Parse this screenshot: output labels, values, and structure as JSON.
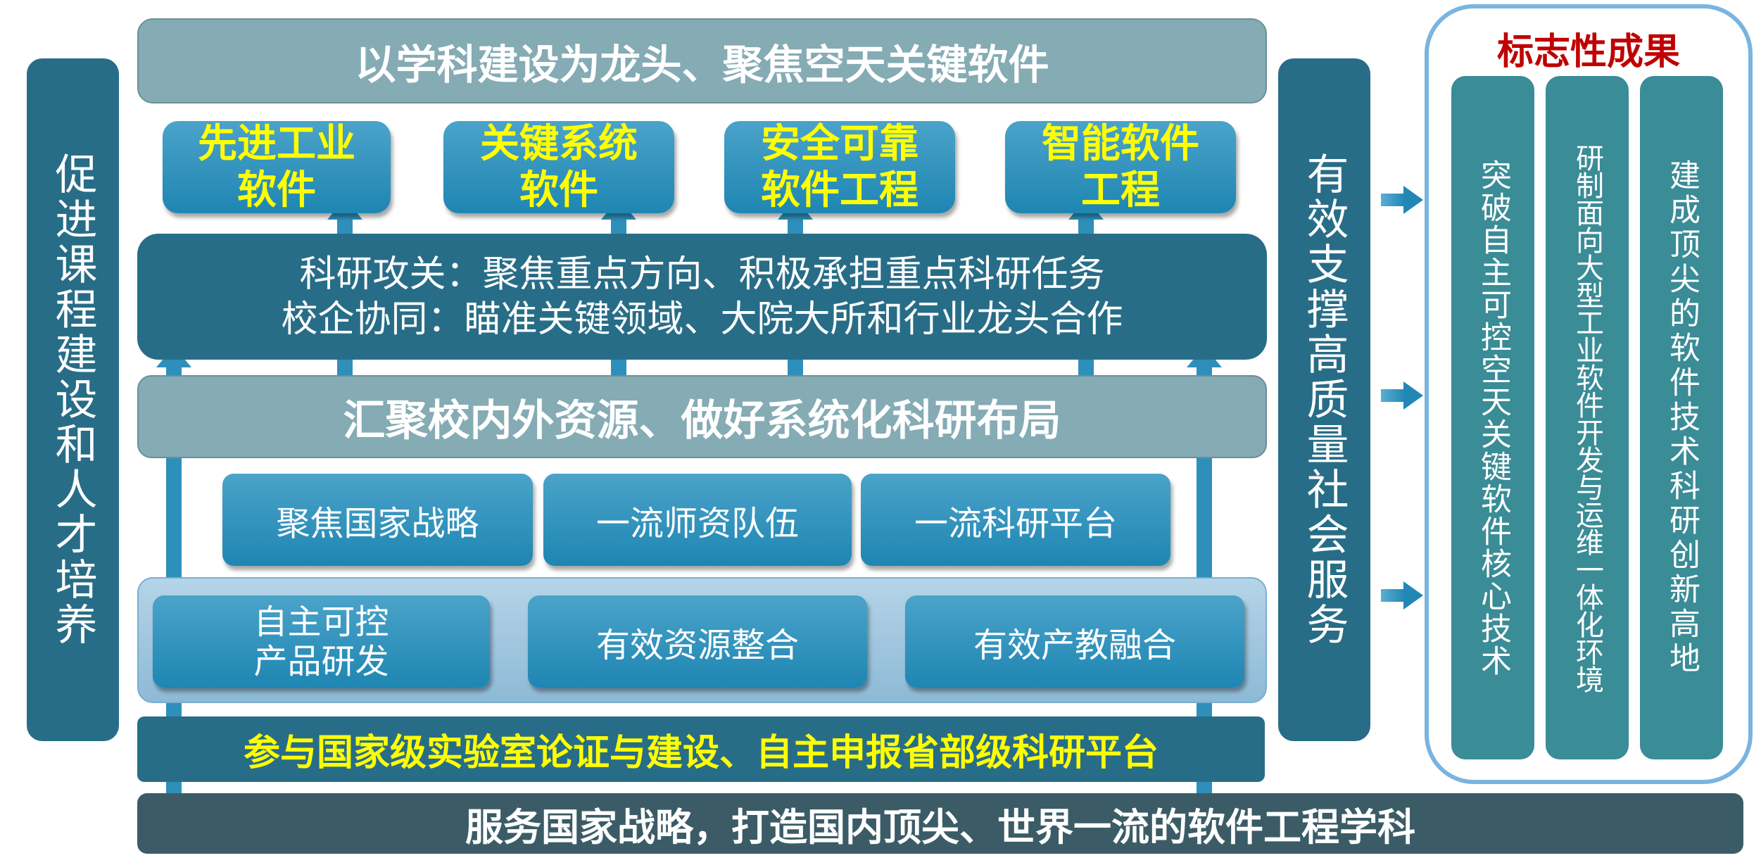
{
  "left_bar": "促进课程建设和人才培养",
  "top_banner": "以学科建设为龙头、聚焦空天关键软件",
  "focus_areas": [
    {
      "line1": "先进工业",
      "line2": "软件"
    },
    {
      "line1": "关键系统",
      "line2": "软件"
    },
    {
      "line1": "安全可靠",
      "line2": "软件工程"
    },
    {
      "line1": "智能软件",
      "line2": "工程"
    }
  ],
  "research": {
    "line1": "科研攻关：聚焦重点方向、积极承担重点科研任务",
    "line2": "校企协同：瞄准关键领域、大院大所和行业龙头合作"
  },
  "resources_banner": "汇聚校内外资源、做好系统化科研布局",
  "pillars": [
    "聚焦国家战略",
    "一流师资队伍",
    "一流科研平台"
  ],
  "foundation": [
    {
      "line1": "自主可控",
      "line2": "产品研发"
    },
    {
      "line1": "有效资源整合",
      "line2": ""
    },
    {
      "line1": "有效产教融合",
      "line2": ""
    }
  ],
  "platform_bar": "参与国家级实验室论证与建设、自主申报省部级科研平台",
  "bottom_bar": "服务国家战略，打造国内顶尖、世界一流的软件工程学科",
  "right_bar": "有效支撑高质量社会服务",
  "results": {
    "title": "标志性成果",
    "items": [
      "突破自主可控空天关键软件核心技术",
      "研制面向大型工业软件开发与运维一体化环境",
      "建成顶尖的软件技术科研创新高地"
    ]
  },
  "colors": {
    "dark_teal": "#286d87",
    "gray_teal": "#85abb4",
    "title_red": "#c00000",
    "yellow": "#ffff00"
  }
}
